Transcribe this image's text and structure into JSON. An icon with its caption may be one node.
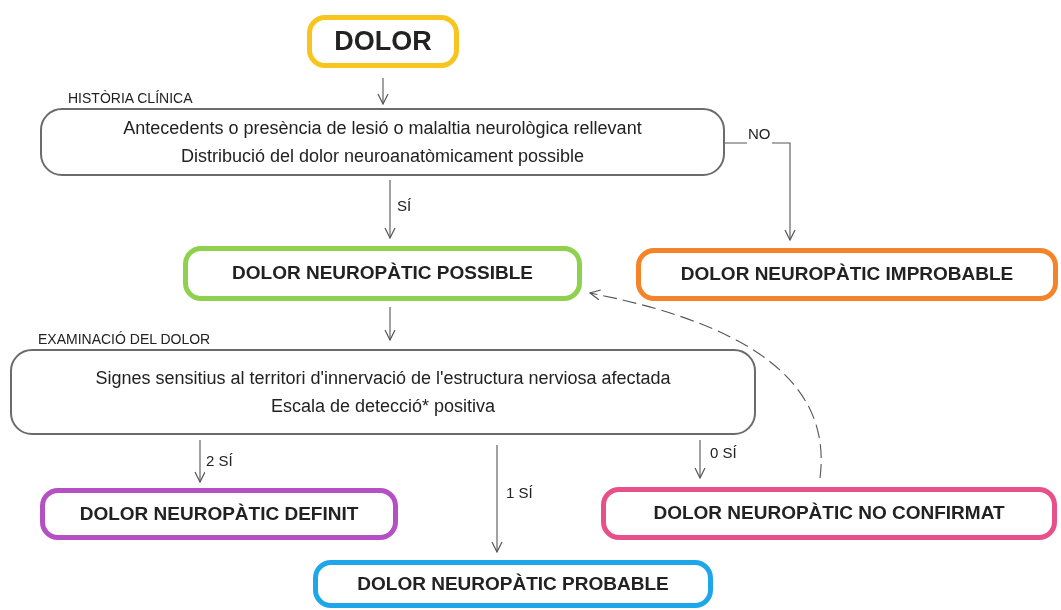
{
  "diagram": {
    "nodes": [
      {
        "text": [
          "DOLOR"
        ]
      },
      {
        "text": [
          "HISTÒRIA CLÍNICA",
          "Antecedents o presència de lesió o malaltia neurològica rellevant",
          "Distribució del dolor neuroanatòmicament possible"
        ]
      },
      {
        "text": [
          "DOLOR NEUROPÀTIC POSSIBLE"
        ]
      },
      {
        "text": [
          "DOLOR NEUROPÀTIC IMPROBABLE"
        ]
      },
      {
        "text": [
          "EXAMINACIÓ DEL DOLOR",
          "Signes sensitius al territori d'innervació de l'estructura nerviosa afectada",
          "Escala de detecció* positiva"
        ]
      },
      {
        "text": [
          "DOLOR NEUROPÀTIC DEFINIT"
        ]
      },
      {
        "text": [
          "DOLOR NEUROPÀTIC NO CONFIRMAT"
        ]
      },
      {
        "text": [
          "DOLOR NEUROPÀTIC PROBABLE"
        ]
      }
    ],
    "edges": [
      {
        "from": 0,
        "to": 1,
        "arrow": "to"
      },
      {
        "from": 1,
        "to": 2,
        "arrow": "to",
        "label": "SÍ"
      },
      {
        "from": 1,
        "to": 3,
        "arrow": "to",
        "label": "NO"
      },
      {
        "from": 2,
        "to": 4,
        "arrow": "to"
      },
      {
        "from": 4,
        "to": 5,
        "arrow": "to",
        "label": "2 SÍ"
      },
      {
        "from": 4,
        "to": 7,
        "arrow": "to",
        "label": "1 SÍ"
      },
      {
        "from": 4,
        "to": 6,
        "arrow": "to",
        "label": "0 SÍ"
      },
      {
        "from": 6,
        "to": 2,
        "arrow": "to",
        "style": "dashed"
      }
    ]
  }
}
